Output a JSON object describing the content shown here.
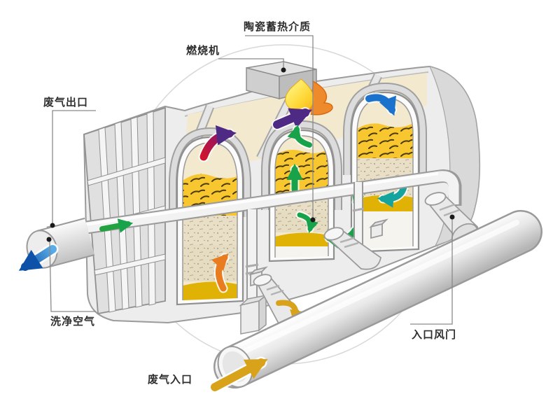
{
  "diagram": {
    "title_hint": "RTO waste gas treatment flow diagram",
    "labels": {
      "ceramic_media": "陶瓷蓄热介质",
      "burner": "燃烧机",
      "exhaust_outlet": "废气出口",
      "clean_air": "洗净空气",
      "waste_gas_inlet": "废气入口",
      "inlet_damper": "入口风门"
    },
    "flow_arrows": [
      {
        "name": "chamber1-hot-gas-rising",
        "color": "#cf1430 to #77197a",
        "direction": "curving up-right"
      },
      {
        "name": "combustion-zone-flow",
        "color": "#4f2a84",
        "direction": "right"
      },
      {
        "name": "chamber2-top-curl",
        "color": "#18a24a",
        "direction": "curling up"
      },
      {
        "name": "chamber2-media-up",
        "color": "#18a24a",
        "direction": "up"
      },
      {
        "name": "chamber3-intake-curl",
        "color": "#1a72cc",
        "direction": "curving down-right"
      },
      {
        "name": "chamber3-bottom-curl",
        "color": "#15a49d",
        "direction": "curving down-left"
      },
      {
        "name": "chamber3-left-curl",
        "color": "#18a24a",
        "direction": "curving down"
      },
      {
        "name": "chamber2-bottom-curl-small",
        "color": "#18a24a",
        "direction": "curving down"
      },
      {
        "name": "chamber2-bottom-curl-large",
        "color": "#18a24a",
        "direction": "curving left"
      },
      {
        "name": "chamber1-bottom-up",
        "color": "#e87c1e",
        "direction": "curving up"
      },
      {
        "name": "junction-hook",
        "color": "#d9a21b",
        "direction": "hook down"
      },
      {
        "name": "waste-gas-inlet-arrow",
        "color": "#d9a21b",
        "direction": "up-right into pipe"
      },
      {
        "name": "clean-air-outlet-arrow",
        "color": "#5aace8 to #0d52a8",
        "direction": "down-left out of pipe"
      },
      {
        "name": "manifold-flow",
        "color": "#18a24a",
        "direction": "right along pipe"
      }
    ],
    "palette": {
      "machine_shell": "#ededed",
      "outline": "#9a9a9a",
      "interior_cream": "#f3e9cf",
      "ceramic_media_gold": "#f8c62f",
      "packed_bed_beige": "#e9dfc7",
      "molten_pool_gold": "#e2b408",
      "flame_yellow": "#ffd83a",
      "flame_orange": "#ef8a2c",
      "background_circle": "#d8d8d8",
      "leader_line": "#8a8a8a"
    }
  }
}
